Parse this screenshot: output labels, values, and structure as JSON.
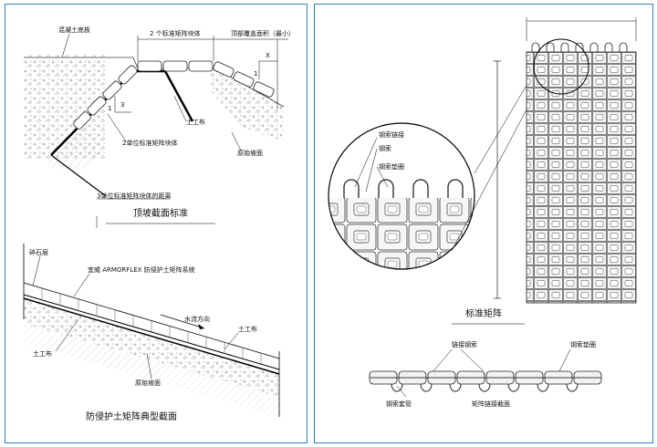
{
  "left_panel": {
    "top_section": {
      "label_concrete_soil": "混凝土底板",
      "label_two_units": "2 个标准矩阵块体",
      "label_top_cover": "顶部覆盖面积（最小）",
      "label_geotextile": "土工布",
      "label_two_unit_standard": "2单位标准矩阵块体",
      "label_original_slope": "原始坡面",
      "label_three_unit_distance": "3单位标准矩阵块体的距离",
      "dim_x": "X",
      "dim_1a": "1",
      "dim_1b": "1",
      "dim_3": "3",
      "caption": "顶坡截面标准"
    },
    "bottom_section": {
      "label_gravel": "碎石层",
      "label_armorflex": "宜威 ARMORFLEX 防侵护土矩阵系统",
      "label_flow": "水流方向",
      "label_geotextile_right": "土工布",
      "label_geotextile_left": "土工布",
      "label_original_slope": "原始坡面",
      "caption": "防侵护土矩阵典型截面"
    }
  },
  "right_panel": {
    "detail": {
      "label_cable_connector": "钢索链接",
      "label_cable": "钢索",
      "label_cable_washer": "钢索垫圈"
    },
    "caption_standard_matrix": "标准矩阵",
    "section": {
      "label_link_cable": "链接钢索",
      "label_cable_washer": "钢索垫圈",
      "label_cable_sleeve": "钢索套管",
      "caption_link_section": "矩阵链接截面"
    }
  }
}
